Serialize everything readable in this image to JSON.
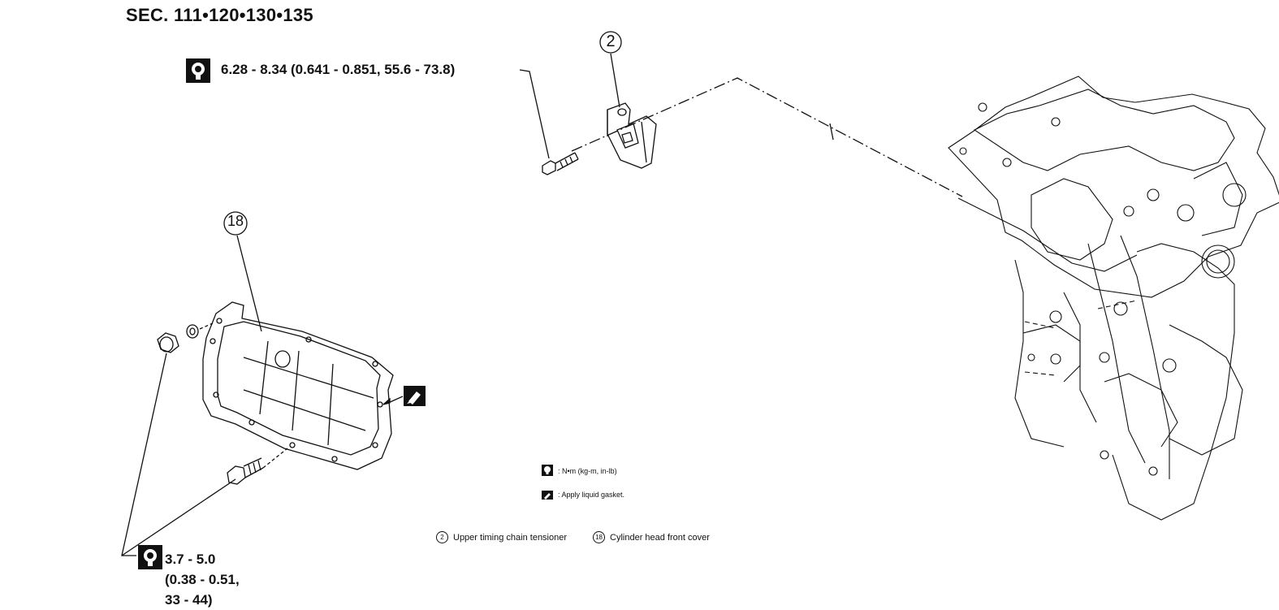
{
  "title": "SEC. 111•120•130•135",
  "torque_top": "6.28 - 8.34 (0.641 - 0.851, 55.6 - 73.8)",
  "torque_left": {
    "line1": "3.7 - 5.0",
    "line2": "(0.38 - 0.51,",
    "line3": "33 - 44)"
  },
  "callouts": {
    "tensioner": "2",
    "front_cover": "18"
  },
  "legend": {
    "torque_units": ": N•m (kg-m, in-lb)",
    "liquid_gasket": ": Apply liquid gasket."
  },
  "parts": [
    {
      "number": "2",
      "label": "Upper timing chain tensioner"
    },
    {
      "number": "18",
      "label": "Cylinder head front cover"
    }
  ],
  "icons": {
    "torque": "torque-wrench-icon",
    "gasket": "liquid-gasket-icon"
  },
  "colors": {
    "line": "#111111",
    "background": "#ffffff"
  }
}
